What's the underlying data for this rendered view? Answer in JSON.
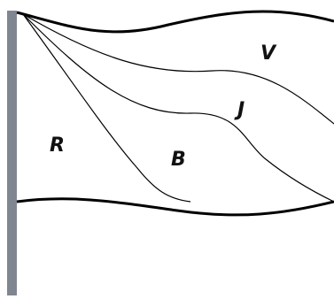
{
  "flag": {
    "regions": [
      {
        "id": "R",
        "label": "R"
      },
      {
        "id": "B",
        "label": "B"
      },
      {
        "id": "J",
        "label": "J"
      },
      {
        "id": "V",
        "label": "V"
      }
    ]
  },
  "colors": {
    "pole": "#808592",
    "outline": "#000000",
    "background": "#ffffff"
  }
}
